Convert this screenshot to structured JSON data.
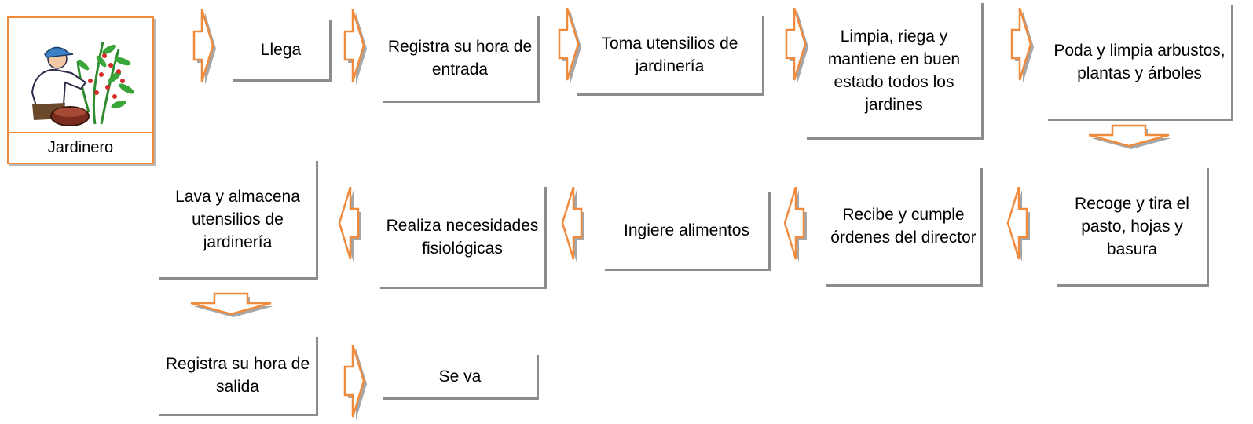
{
  "actor": {
    "label": "Jardinero",
    "image": "gardener-clipart"
  },
  "colors": {
    "accent": "#f08a3c",
    "shadow": "#8c8c8c"
  },
  "steps": [
    "Llega",
    "Registra su hora de entrada",
    "Toma utensilios de jardinería",
    "Limpia, riega y mantiene en buen estado todos los jardines",
    "Poda y limpia arbustos, plantas y árboles",
    "Recoge y tira el pasto, hojas y basura",
    "Recibe y cumple órdenes del director",
    "Ingiere alimentos",
    "Realiza necesidades fisiológicas",
    "Lava y almacena utensilios de jardinería",
    "Registra su hora de salida",
    "Se va"
  ]
}
